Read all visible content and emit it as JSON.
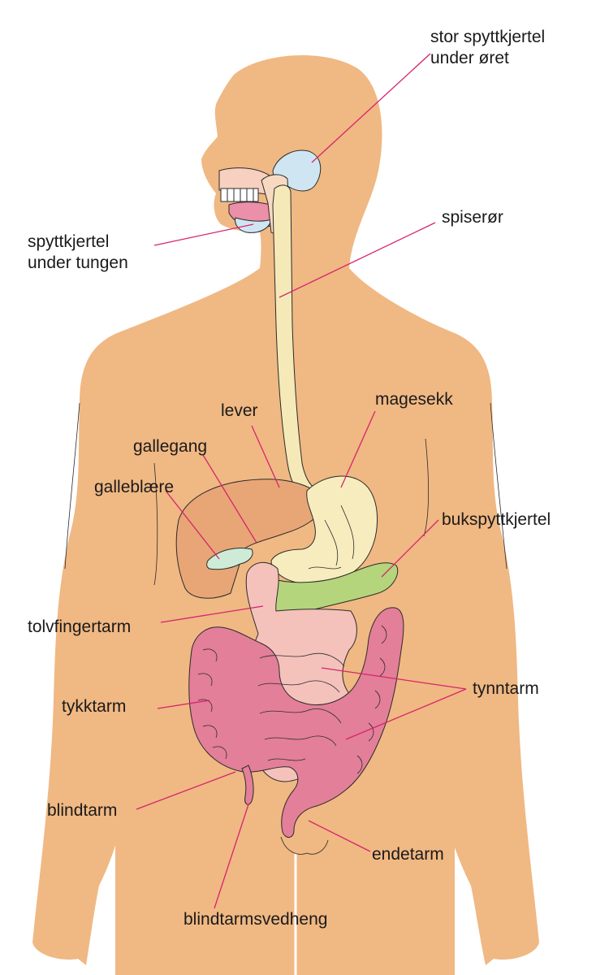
{
  "colors": {
    "skin": "#f0b883",
    "liver": "#e8a676",
    "gallbladder": "#cdebd6",
    "esophagus": "#f5e9b8",
    "stomach": "#f7ecbe",
    "pancreas": "#b4d57b",
    "small_intestine": "#f4c2bb",
    "colon": "#e37f98",
    "salivary": "#cfe6f2",
    "tongue": "#ec8fa8",
    "leader": "#d6246e"
  },
  "labels": {
    "parotid": [
      "stor spyttkjertel",
      "under øret"
    ],
    "sublingual": [
      "spyttkjertel",
      "under tungen"
    ],
    "esophagus": "spiserør",
    "liver": "lever",
    "bile_duct": "gallegang",
    "gallbladder": "galleblære",
    "stomach": "magesekk",
    "pancreas": "bukspyttkjertel",
    "duodenum": "tolvfingertarm",
    "small_intestine": "tynntarm",
    "colon": "tykktarm",
    "cecum": "blindtarm",
    "rectum": "endetarm",
    "appendix": "blindtarmsvedheng"
  }
}
